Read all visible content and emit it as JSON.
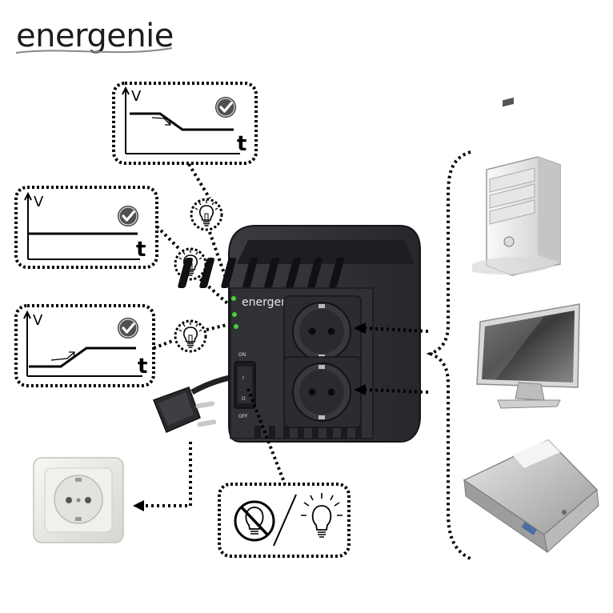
{
  "brand": {
    "logo_text": "energenie",
    "device_logo_text": "energenie"
  },
  "graphs": {
    "y_axis_label": "V",
    "x_axis_label": "t"
  },
  "device": {
    "switch_on_label": "ON",
    "switch_off_label": "OFF",
    "switch_marks": [
      "I",
      "O"
    ]
  },
  "icons": {
    "status_ok": "check-badge-icon",
    "lamp": "light-bulb-icon",
    "no_lamp": "light-bulb-crossed-icon",
    "computer": "desktop-tower-icon",
    "display": "monitor-icon",
    "media": "set-top-box-icon",
    "outlet": "wall-socket-icon",
    "plug": "power-plug-icon"
  },
  "colors": {
    "device_body": "#2d2f33",
    "led_green": "#4ccf3a",
    "check_badge": "#3b3b3b",
    "dash": "#000000"
  }
}
